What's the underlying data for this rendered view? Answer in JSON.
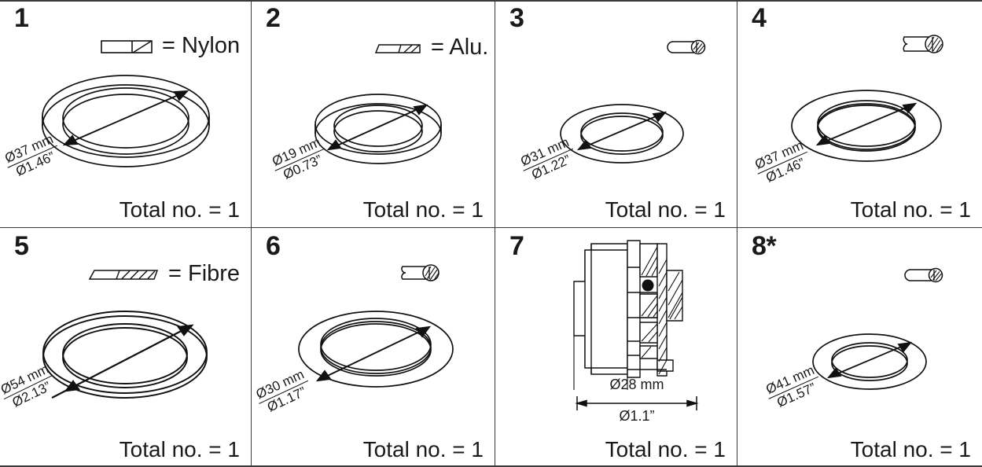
{
  "sheet": {
    "title": "Seal and washer kit exploded parts table",
    "columns": 4,
    "rows": 2,
    "line_color": "#3a3a3a",
    "ink_color": "#111111"
  },
  "cells": [
    {
      "index": "1",
      "legend_label": "= Nylon",
      "legend_symbol": "rectangular-section-hatched-icon",
      "has_legend": true,
      "dim_mm": "Ø37 mm",
      "dim_inch": "Ø1.46”",
      "total_label": "Total no. = 1",
      "part_type": "flat-ring-thick",
      "dim_orientation": "diagonal"
    },
    {
      "index": "2",
      "legend_label": "= Alu.",
      "legend_symbol": "thin-section-hatched-icon",
      "has_legend": true,
      "dim_mm": "Ø19 mm",
      "dim_inch": "Ø0.73”",
      "total_label": "Total no. = 1",
      "part_type": "flat-ring-thick",
      "dim_orientation": "diagonal"
    },
    {
      "index": "3",
      "legend_label": "",
      "legend_symbol": "round-cord-section-icon",
      "has_legend": false,
      "dim_mm": "Ø31 mm",
      "dim_inch": "Ø1.22”",
      "total_label": "Total no. = 1",
      "part_type": "flat-ring-thin",
      "dim_orientation": "diagonal"
    },
    {
      "index": "4",
      "legend_label": "",
      "legend_symbol": "round-cord-section-large-icon",
      "has_legend": false,
      "dim_mm": "Ø37 mm",
      "dim_inch": "Ø1.46”",
      "total_label": "Total no. = 1",
      "part_type": "o-ring",
      "dim_orientation": "diagonal"
    },
    {
      "index": "5",
      "legend_label": "= Fibre",
      "legend_symbol": "flat-strip-hatched-icon",
      "has_legend": true,
      "dim_mm": "Ø54 mm",
      "dim_inch": "Ø2.13”",
      "total_label": "Total no. = 1",
      "part_type": "flat-ring-wide",
      "dim_orientation": "diagonal"
    },
    {
      "index": "6",
      "legend_label": "",
      "legend_symbol": "round-cord-section-icon",
      "has_legend": false,
      "dim_mm": "Ø30 mm",
      "dim_inch": "Ø1.17”",
      "total_label": "Total no. = 1",
      "part_type": "o-ring",
      "dim_orientation": "diagonal"
    },
    {
      "index": "7",
      "legend_label": "",
      "legend_symbol": "",
      "has_legend": false,
      "dim_mm": "Ø28 mm",
      "dim_inch": "Ø1.1”",
      "total_label": "Total no. = 1",
      "part_type": "sectional-assembly",
      "dim_orientation": "horizontal"
    },
    {
      "index": "8*",
      "legend_label": "",
      "legend_symbol": "round-cord-section-icon",
      "has_legend": false,
      "dim_mm": "Ø41 mm",
      "dim_inch": "Ø1.57”",
      "total_label": "Total no. = 1",
      "part_type": "flat-ring-thin",
      "dim_orientation": "diagonal"
    }
  ]
}
